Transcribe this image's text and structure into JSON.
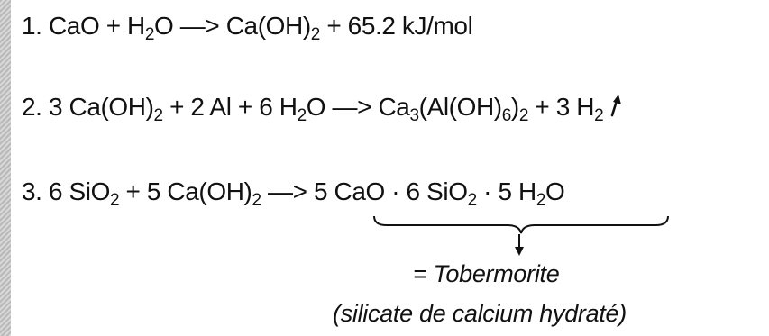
{
  "reactions": [
    {
      "number": "1.",
      "parts": [
        "CaO + H",
        "2",
        "O —> Ca(OH)",
        "2",
        " + 65.2 kJ/mol"
      ]
    },
    {
      "number": "2.",
      "parts": [
        "3 Ca(OH)",
        "2",
        " + 2 Al + 6 H",
        "2",
        "O —> Ca",
        "3",
        "(Al(OH)",
        "6",
        ")",
        "2",
        " + 3 H",
        "2"
      ]
    },
    {
      "number": "3.",
      "parts": [
        "6 SiO",
        "2",
        " + 5 Ca(OH)",
        "2",
        " —> 5 CaO · 6 SiO",
        "2",
        " · 5 H",
        "2",
        "O"
      ]
    }
  ],
  "product": {
    "name": "= Tobermorite",
    "description": "(silicate de calcium hydraté)"
  },
  "icons": {
    "gas_release": "up-arrow-icon",
    "result_pointer": "down-arrow-icon",
    "grouping": "curly-brace-icon"
  },
  "colors": {
    "text": "#111111",
    "background": "#ffffff"
  }
}
